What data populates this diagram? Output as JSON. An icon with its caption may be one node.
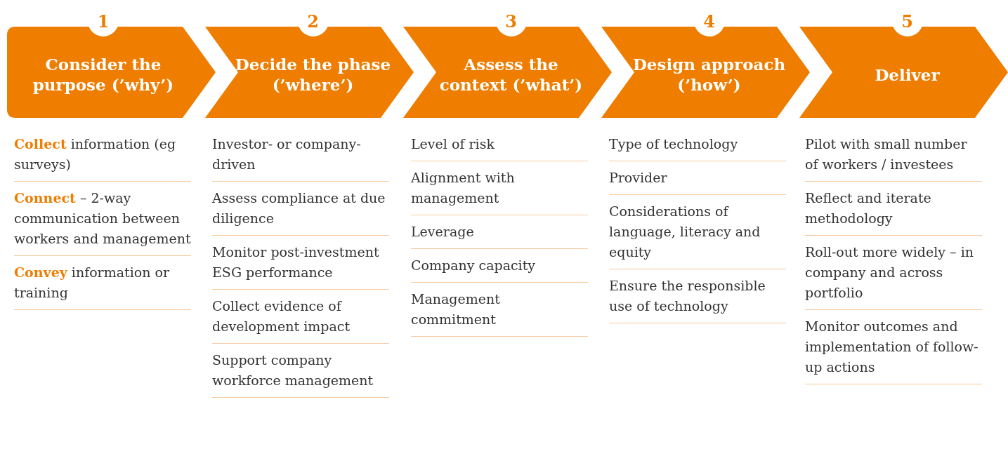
{
  "diagram": {
    "nodes": [
      {
        "text": [
          "1",
          "Consider the purpose (’why’)"
        ]
      },
      {
        "text": [
          "2",
          "Decide the phase (’where’)"
        ]
      },
      {
        "text": [
          "3",
          "Assess the context (’what’)"
        ]
      },
      {
        "text": [
          "4",
          "Design approach (’how’)"
        ]
      },
      {
        "text": [
          "5",
          "Deliver"
        ]
      }
    ],
    "labels": [
      "**Collect** information (eg surveys)",
      "**Connect** – 2-way communication between workers and management",
      "**Convey** information or training",
      "Investor- or company-driven",
      "Assess compliance at due diligence",
      "Monitor post-investment ESG performance",
      "Collect evidence of development impact",
      "Support company workforce management",
      "Level of risk",
      "Alignment with management",
      "Leverage",
      "Company capacity",
      "Management commitment",
      "Type of technology",
      "Provider",
      "Considerations of language, literacy and equity",
      "Ensure the responsible use of technology",
      "Pilot with small number of workers / investees",
      "Reflect and iterate methodology",
      "Roll-out more widely – in company and across portfolio",
      "Monitor outcomes and implementation of follow-up actions"
    ]
  }
}
